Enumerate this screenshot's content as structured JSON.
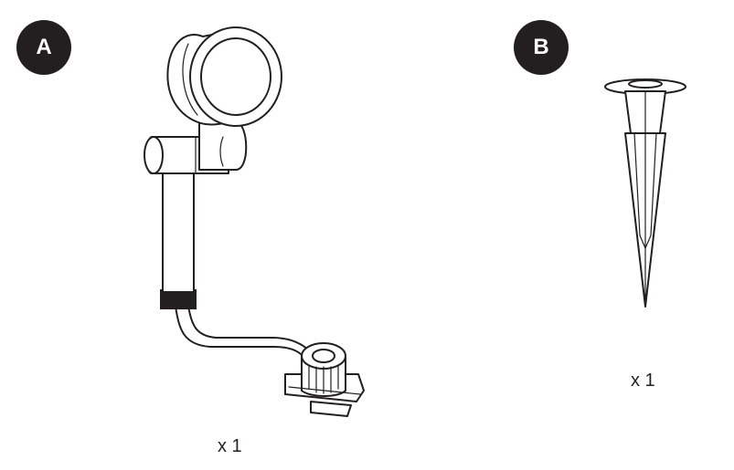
{
  "parts": [
    {
      "label": "A",
      "quantity": "x 1",
      "icon": "spotlight-with-connector-illustration"
    },
    {
      "label": "B",
      "quantity": "x 1",
      "icon": "ground-stake-illustration"
    }
  ],
  "colors": {
    "badge_bg": "#231f20",
    "badge_text": "#ffffff",
    "line": "#231f20"
  }
}
